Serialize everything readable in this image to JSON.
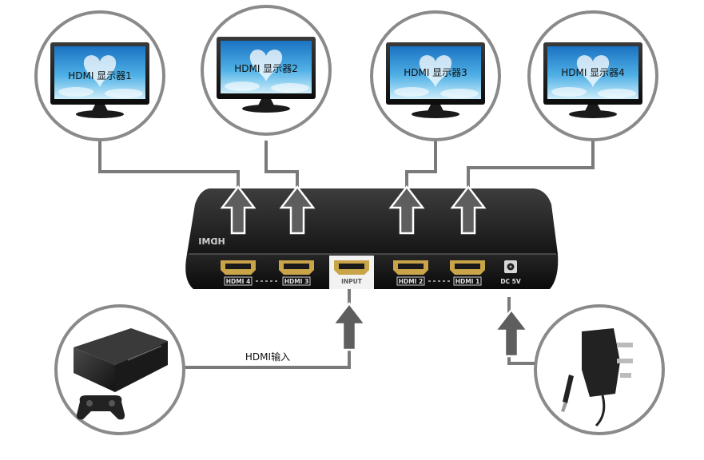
{
  "monitors": [
    {
      "label": "HDMI 显示器1"
    },
    {
      "label": "HDMI 显示器2"
    },
    {
      "label": "HDMI 显示器3"
    },
    {
      "label": "HDMI 显示器4"
    }
  ],
  "splitter": {
    "logo": "HDMI",
    "ports": [
      {
        "label": "HDMI 4"
      },
      {
        "label": "HDMI 3"
      },
      {
        "label": "INPUT"
      },
      {
        "label": "HDMI 2"
      },
      {
        "label": "HDMI 1"
      }
    ],
    "power_label": "DC 5V"
  },
  "input": {
    "label": "HDMI输入"
  },
  "colors": {
    "frame": "#8a8a8a",
    "cable": "#7a7a7a",
    "device": "#1c1c1c",
    "sky": "#2d8ed0",
    "arrow_fill": "#5e5e5e",
    "arrow_stroke": "#ffffff"
  }
}
